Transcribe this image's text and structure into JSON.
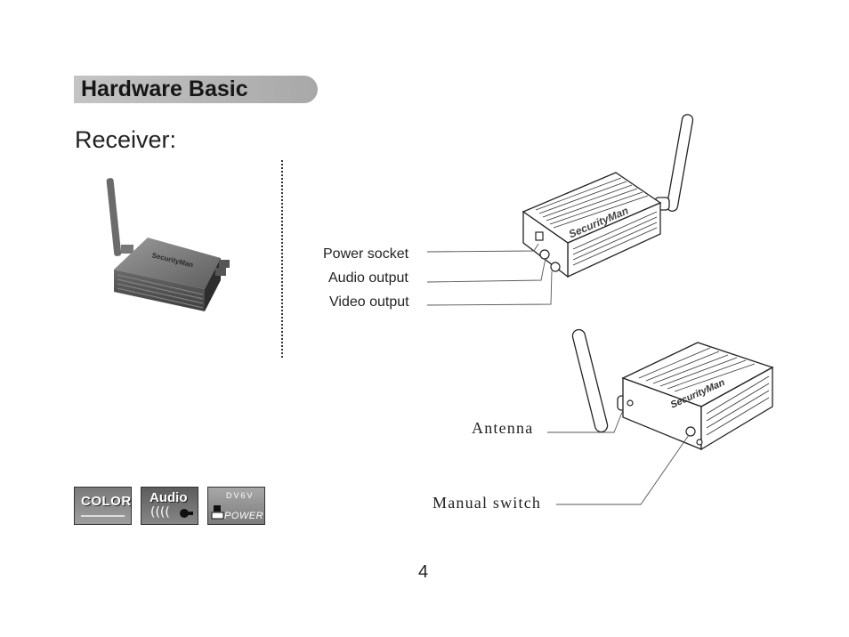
{
  "section": {
    "title": "Hardware Basic"
  },
  "subtitle": "Receiver:",
  "callouts": {
    "power_socket": "Power socket",
    "audio_output": "Audio output",
    "video_output": "Video output",
    "antenna": "Antenna",
    "manual_switch": "Manual switch"
  },
  "device_brand": "SecurityMan",
  "badges": {
    "color": "COLOR",
    "audio": "Audio",
    "power_top": "DV6V",
    "power_bottom": "POWER"
  },
  "page_number": "4"
}
